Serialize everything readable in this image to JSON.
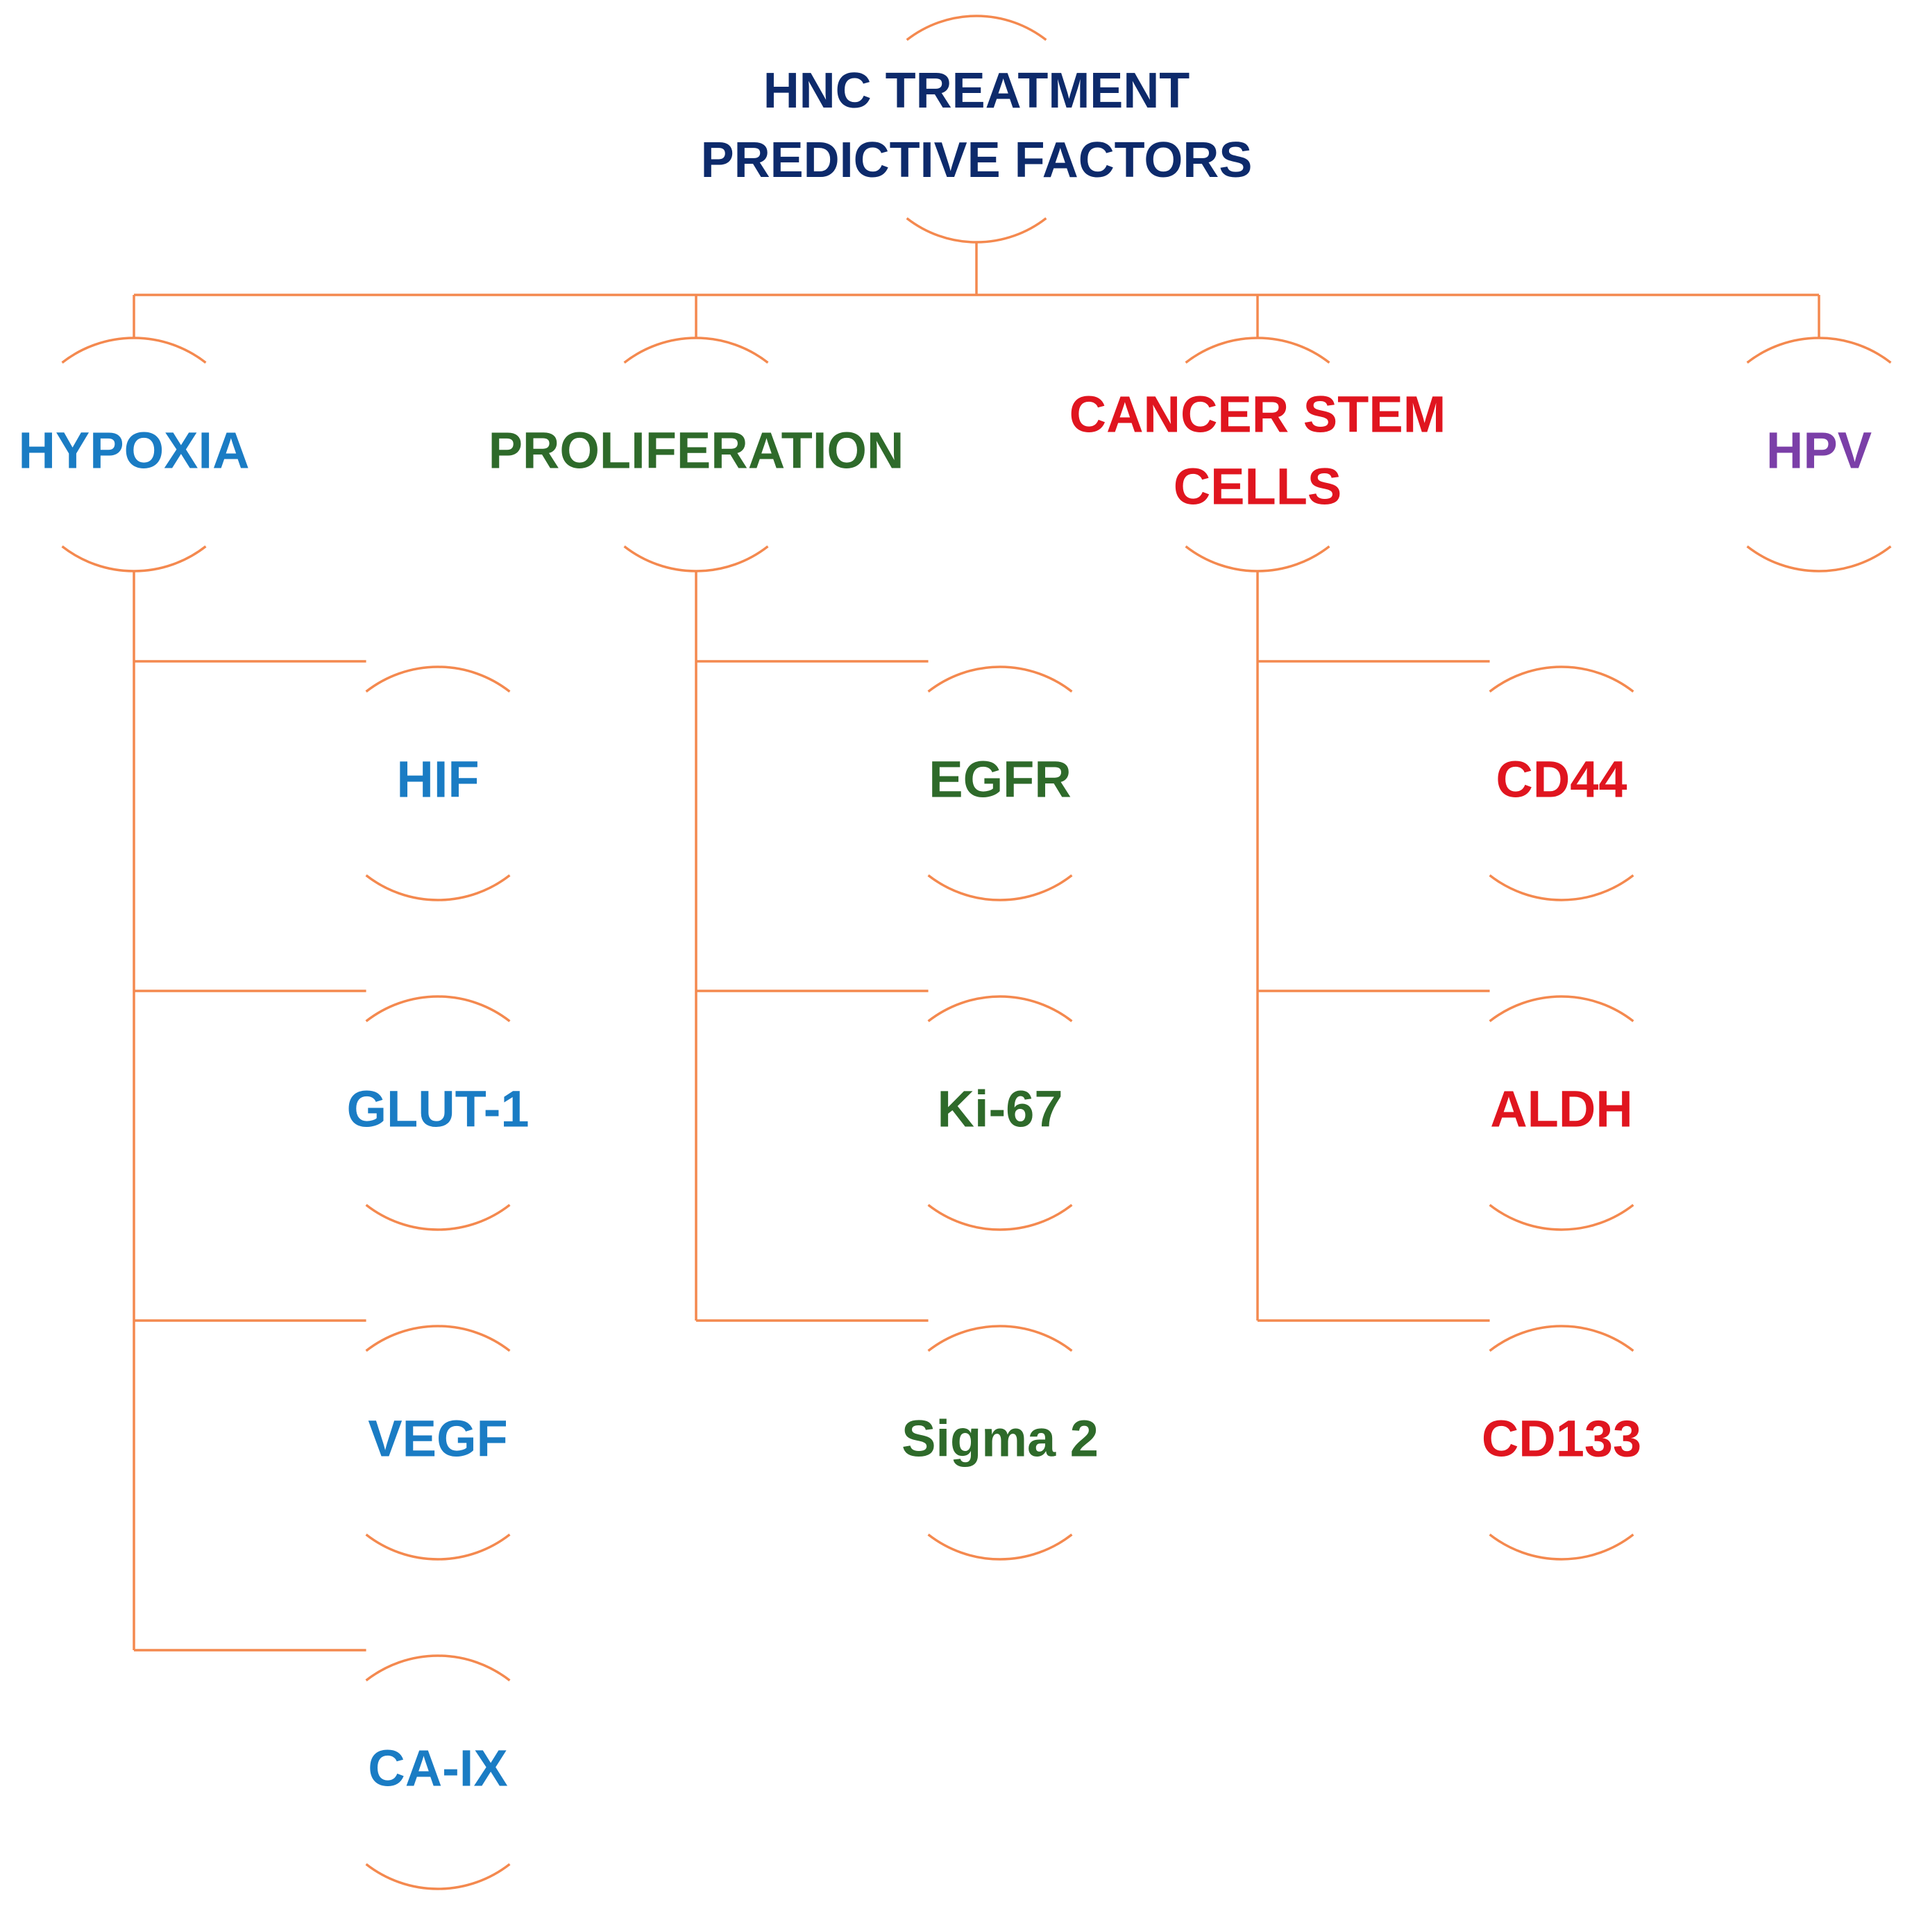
{
  "colors": {
    "line": "#F4894F",
    "root_text": "#0D2A6B",
    "hypoxia": "#1A7CC4",
    "proliferation": "#2E6A2A",
    "cancer_stem_cells": "#E0151F",
    "hpv": "#7B3FA8"
  },
  "root": {
    "lines": [
      "HNC TREATMENT",
      "PREDICTIVE FACTORS"
    ]
  },
  "categories": [
    {
      "id": "hypoxia",
      "label_lines": [
        "HYPOXIA"
      ],
      "color_key": "hypoxia",
      "children": [
        "HIF",
        "GLUT-1",
        "VEGF",
        "CA-IX"
      ]
    },
    {
      "id": "proliferation",
      "label_lines": [
        "PROLIFERATION"
      ],
      "color_key": "proliferation",
      "children": [
        "EGFR",
        "Ki-67",
        "Sigma 2"
      ]
    },
    {
      "id": "cancer-stem-cells",
      "label_lines": [
        "CANCER STEM",
        "CELLS"
      ],
      "color_key": "cancer_stem_cells",
      "children": [
        "CD44",
        "ALDH",
        "CD133"
      ]
    },
    {
      "id": "hpv",
      "label_lines": [
        "HPV"
      ],
      "color_key": "hpv",
      "children": []
    }
  ]
}
